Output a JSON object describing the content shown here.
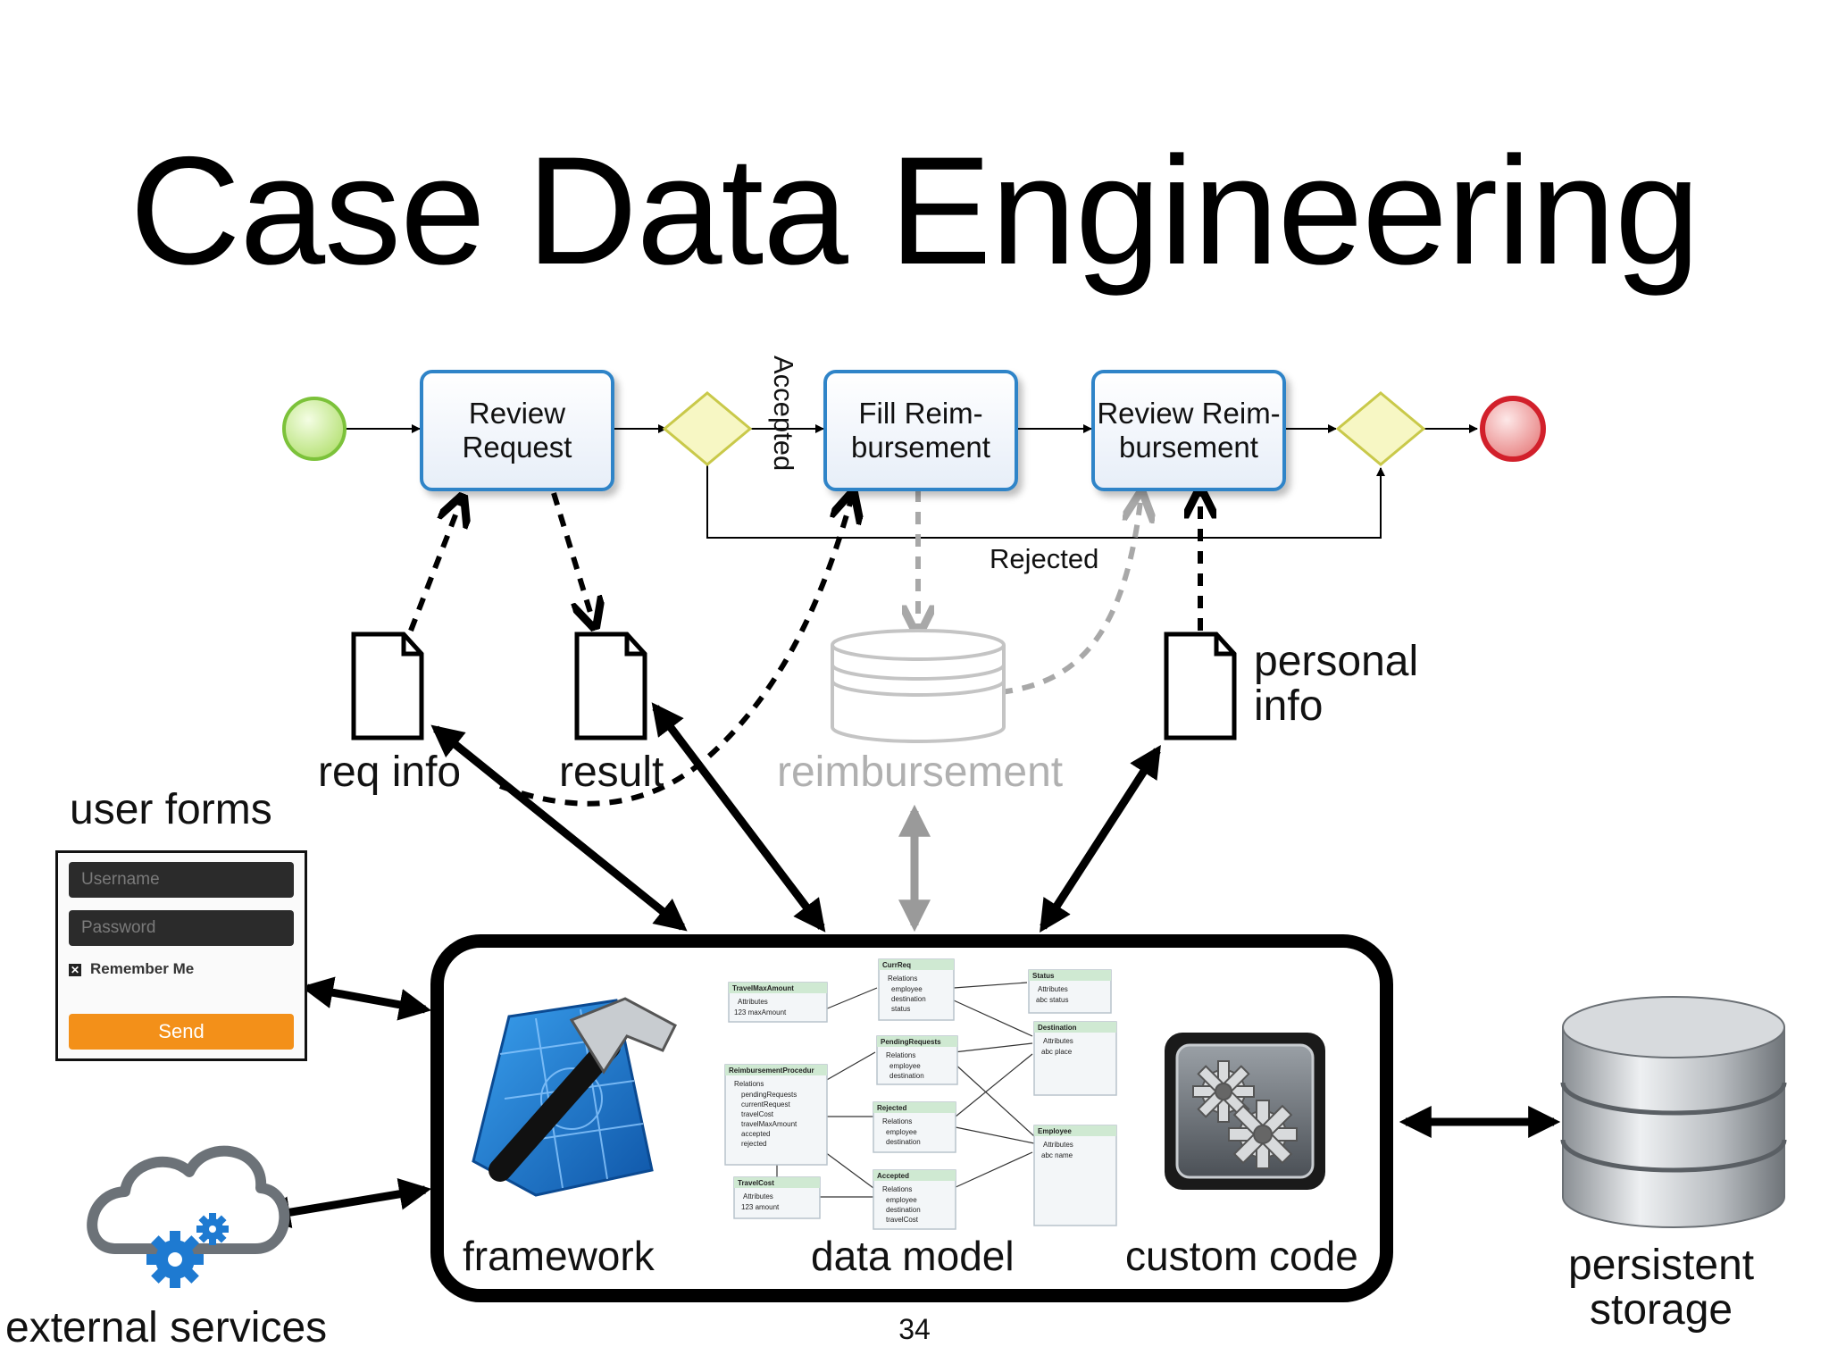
{
  "slide": {
    "title": "Case Data Engineering",
    "page_number": "34"
  },
  "process": {
    "tasks": [
      "Review\nRequest",
      "Fill Reim-\nbursement",
      "Review Reim-\nbursement"
    ],
    "flow_labels": {
      "accepted": "Accepted",
      "rejected": "Rejected"
    }
  },
  "artifacts": {
    "req_info": "req info",
    "result": "result",
    "reimbursement": "reimbursement",
    "personal_info": "personal\ninfo"
  },
  "components": {
    "user_forms": "user forms",
    "external_services": "external services",
    "framework": "framework",
    "data_model": "data model",
    "custom_code": "custom code",
    "persistent_storage": "persistent\nstorage"
  },
  "login_form": {
    "username_placeholder": "Username",
    "password_placeholder": "Password",
    "remember": "Remember Me",
    "send": "Send"
  },
  "data_model_entities": [
    {
      "name": "TravelMaxAmount",
      "rows": [
        "Attributes",
        "123 maxAmount"
      ]
    },
    {
      "name": "CurrReq",
      "rows": [
        "Relations",
        "employee",
        "destination",
        "status"
      ]
    },
    {
      "name": "Status",
      "rows": [
        "Attributes",
        "abc status"
      ]
    },
    {
      "name": "PendingRequests",
      "rows": [
        "Relations",
        "employee",
        "destination"
      ]
    },
    {
      "name": "Destination",
      "rows": [
        "Attributes",
        "abc place"
      ]
    },
    {
      "name": "ReimbursementProcedure",
      "rows": [
        "Relations",
        "pendingRequests",
        "currentRequest",
        "travelCost",
        "travelMaxAmount",
        "accepted",
        "rejected"
      ]
    },
    {
      "name": "Rejected",
      "rows": [
        "Relations",
        "employee",
        "destination"
      ]
    },
    {
      "name": "Employee",
      "rows": [
        "Attributes",
        "abc name"
      ]
    },
    {
      "name": "TravelCost",
      "rows": [
        "Attributes",
        "123 amount"
      ]
    },
    {
      "name": "Accepted",
      "rows": [
        "Relations",
        "employee",
        "destination",
        "travelCost"
      ]
    }
  ],
  "colors": {
    "task_border": "#2f84c8",
    "start_event": "#8fd14f",
    "end_event": "#d2202b",
    "gateway": "#f2f2a0",
    "send_button": "#f39019",
    "framework_blue": "#1e73c8",
    "gear_blue": "#1e7ad1"
  }
}
